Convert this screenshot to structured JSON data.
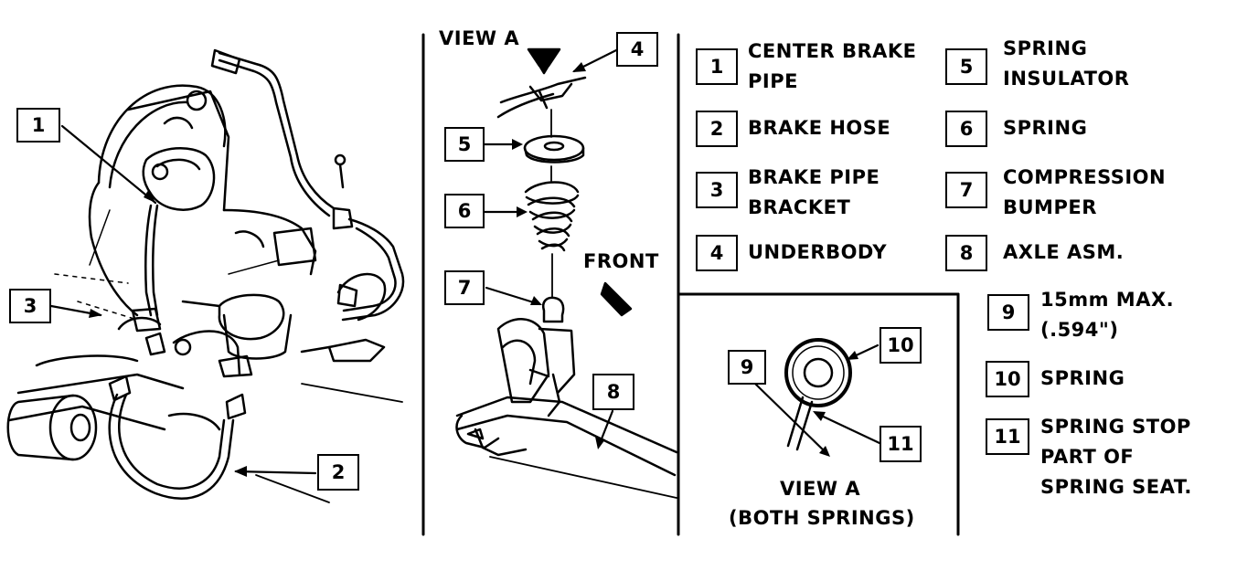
{
  "diagram": {
    "view_a_top_label": "VIEW A",
    "front_label": "FRONT",
    "view_a_caption": [
      "VIEW A",
      "(BOTH SPRINGS)"
    ],
    "callouts": {
      "c1": "1",
      "c2": "2",
      "c3": "3",
      "c4": "4",
      "c5": "5",
      "c6": "6",
      "c7": "7",
      "c8": "8",
      "c9": "9",
      "c10": "10",
      "c11": "11"
    },
    "legend": [
      {
        "num": "1",
        "lines": [
          "CENTER BRAKE",
          "PIPE"
        ]
      },
      {
        "num": "2",
        "lines": [
          "BRAKE HOSE"
        ]
      },
      {
        "num": "3",
        "lines": [
          "BRAKE PIPE",
          "BRACKET"
        ]
      },
      {
        "num": "4",
        "lines": [
          "UNDERBODY"
        ]
      },
      {
        "num": "5",
        "lines": [
          "SPRING",
          "INSULATOR"
        ]
      },
      {
        "num": "6",
        "lines": [
          "SPRING"
        ]
      },
      {
        "num": "7",
        "lines": [
          "COMPRESSION",
          "BUMPER"
        ]
      },
      {
        "num": "8",
        "lines": [
          "AXLE ASM."
        ]
      },
      {
        "num": "9",
        "lines": [
          "15mm MAX.",
          "(.594\")"
        ]
      },
      {
        "num": "10",
        "lines": [
          "SPRING"
        ]
      },
      {
        "num": "11",
        "lines": [
          "SPRING STOP",
          "PART OF",
          "SPRING SEAT."
        ]
      }
    ]
  }
}
